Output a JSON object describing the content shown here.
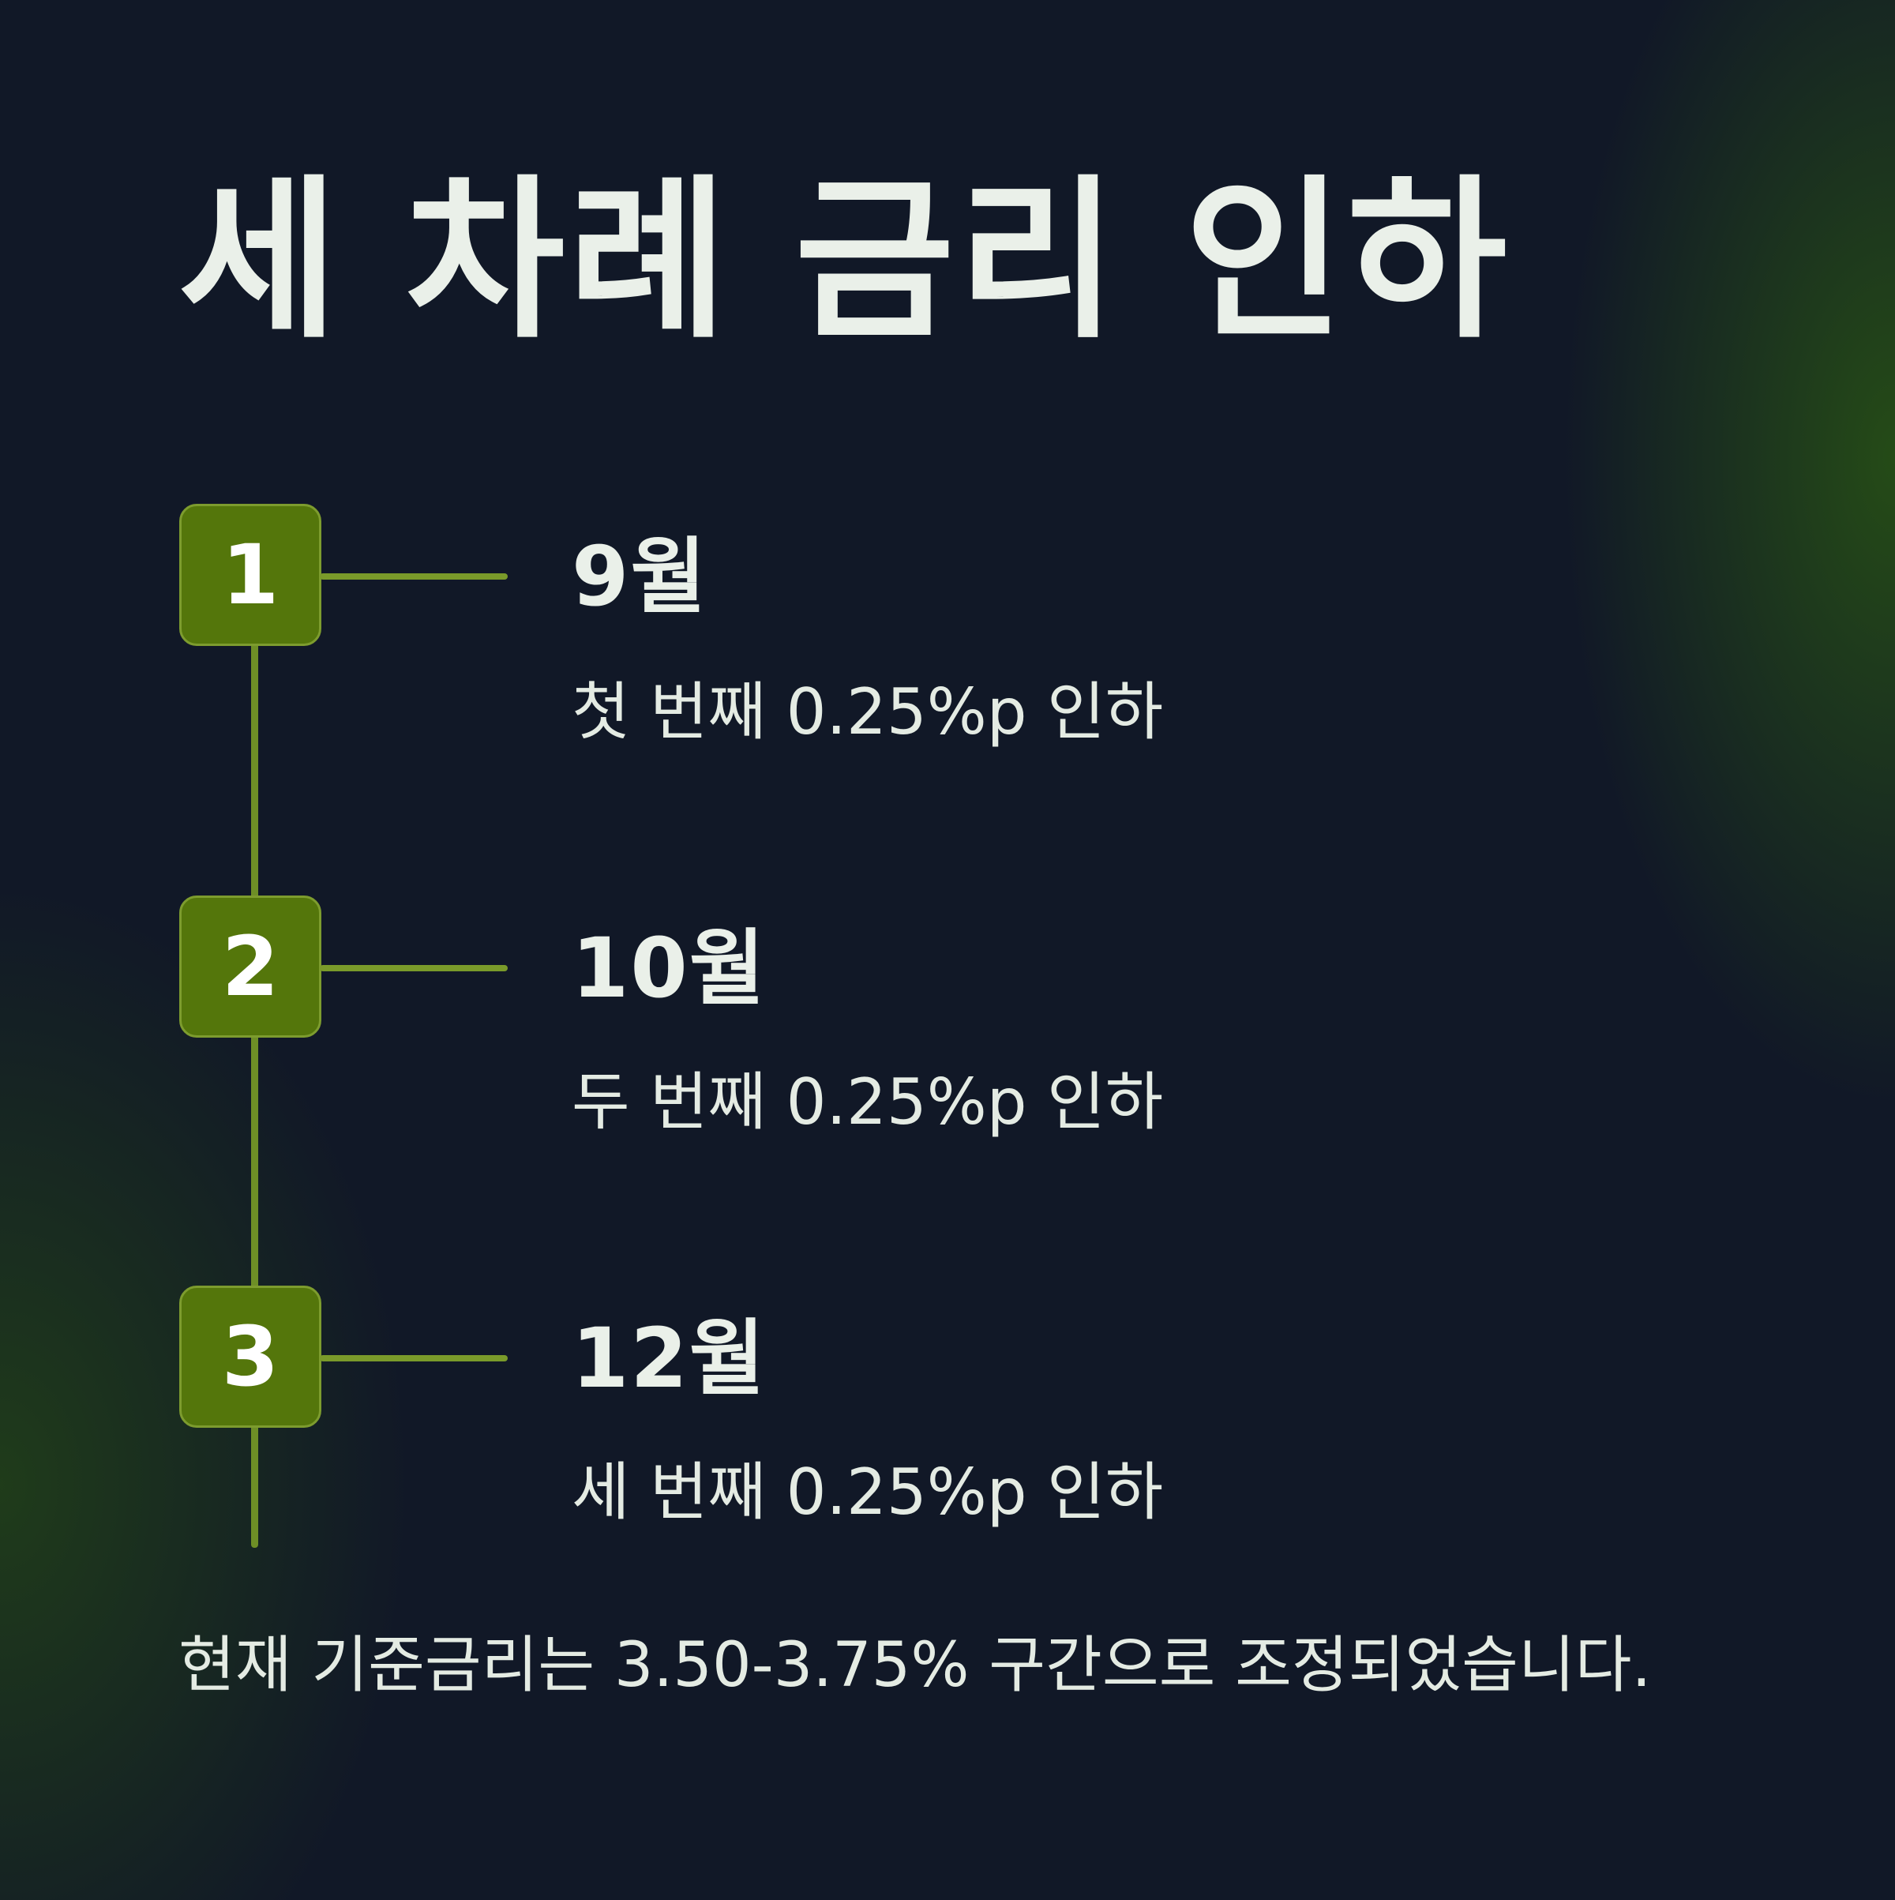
{
  "title": "세 차례 금리 인하",
  "steps": [
    {
      "number": "1",
      "month": "9월",
      "description": "첫 번째 0.25%p 인하"
    },
    {
      "number": "2",
      "month": "10월",
      "description": "두 번째 0.25%p 인하"
    },
    {
      "number": "3",
      "month": "12월",
      "description": "세 번째 0.25%p 인하"
    }
  ],
  "summary": "현재 기준금리는 3.50-3.75% 구간으로 조정되었습니다.",
  "colors": {
    "background": "#111827",
    "accent_green": "#54760b",
    "line_green": "#6e8f26",
    "text": "#eaf0e9"
  }
}
